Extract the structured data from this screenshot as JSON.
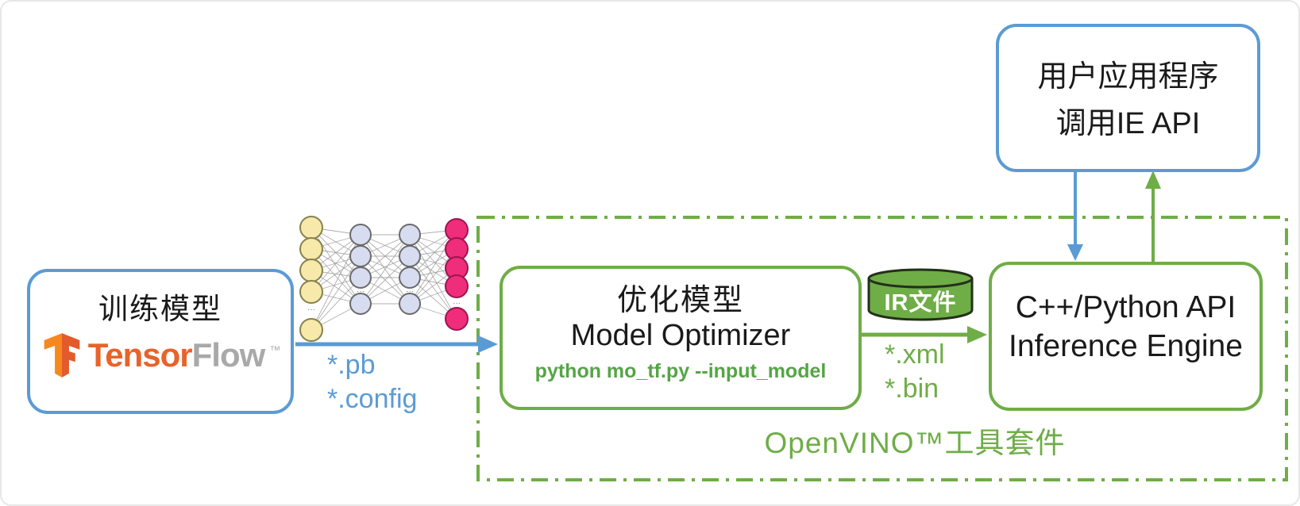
{
  "colors": {
    "blue": "#5B9BD5",
    "green": "#6FAD47",
    "command_green": "#55A546",
    "tensor_orange": "#E8632A",
    "flow_gray": "#A9A9A9",
    "ink": "#1A1A1A",
    "nn_input_fill": "#F6E9A9",
    "nn_hidden_fill": "#D7DCF0",
    "nn_output_fill": "#EF2D7B",
    "cylinder_fill": "#6FAD47"
  },
  "train_box": {
    "title": "训练模型",
    "logo": {
      "brand_primary": "Tensor",
      "brand_secondary": "Flow",
      "trademark": "™"
    }
  },
  "arrow_labels": {
    "pb": "*.pb",
    "config": "*.config",
    "xml": "*.xml",
    "bin": "*.bin"
  },
  "model_optimizer": {
    "title_zh": "优化模型",
    "title_en": "Model Optimizer",
    "command": "python mo_tf.py --input_model"
  },
  "ir_file": {
    "label": "IR文件"
  },
  "inference_engine": {
    "line1": "C++/Python API",
    "line2": "Inference Engine"
  },
  "user_app": {
    "line1": "用户应用程序",
    "line2": "调用IE API"
  },
  "openvino": {
    "label": "OpenVINO™工具套件"
  }
}
